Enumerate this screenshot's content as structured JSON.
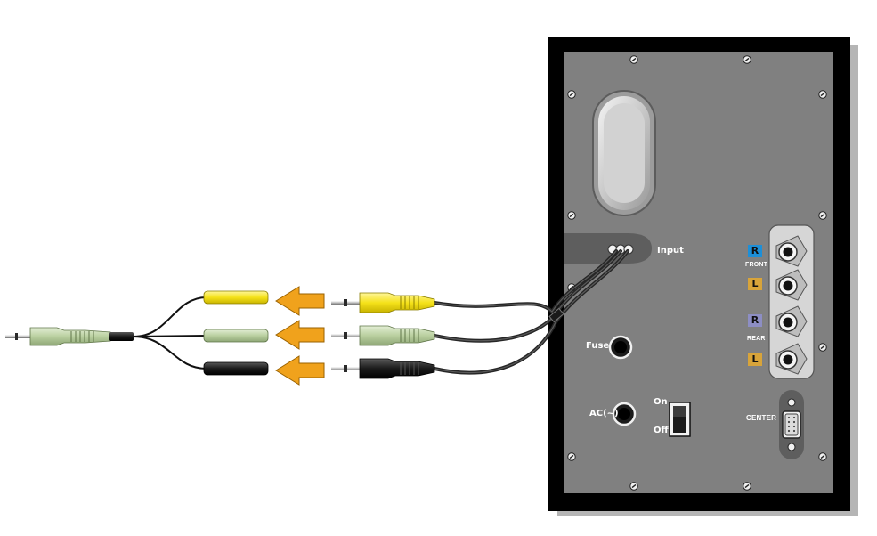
{
  "panel": {
    "input_label": "Input",
    "fuse_label": "Fuse",
    "ac_label": "AC(~)",
    "switch_on_label": "On",
    "switch_off_label": "Off",
    "center_label": "CENTER"
  },
  "rca_inputs": {
    "front_label": "FRONT",
    "rear_label": "REAR",
    "front_r": "R",
    "front_l": "L",
    "rear_r": "R",
    "rear_l": "L"
  },
  "colors": {
    "yellow_plug": "#f5e21a",
    "green_plug": "#bfd4a8",
    "black_plug": "#1a1a1a",
    "arrow": "#f0a21c",
    "panel": "#808080",
    "frame": "#000000",
    "badge_r": "#1d8fd8",
    "badge_l": "#d8a43a",
    "badge_r_rear": "#8d8ec4"
  }
}
